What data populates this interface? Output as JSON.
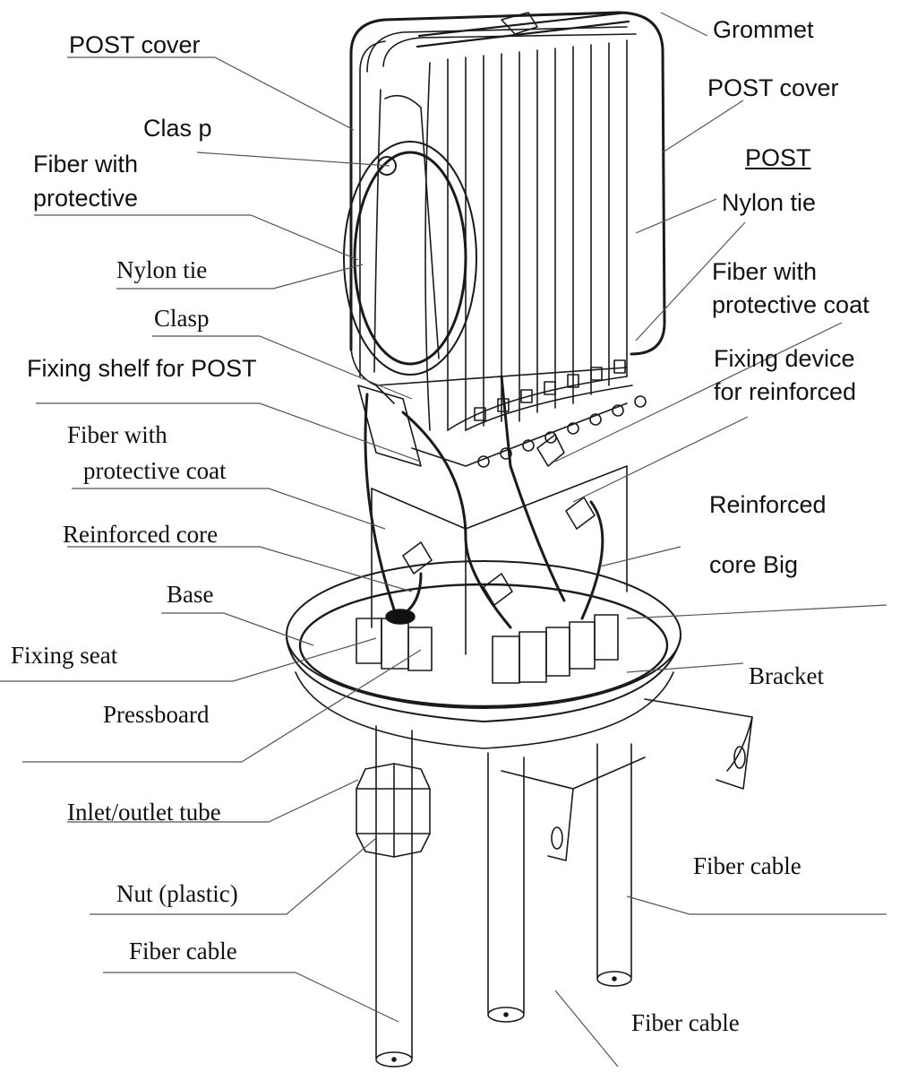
{
  "labels": {
    "post_cover_left": "POST cover",
    "grommet": "Grommet",
    "post_cover_right": "POST cover",
    "clasp_top": "Clas p",
    "fiber_protective_line1": "Fiber with",
    "fiber_protective_line2": "protective",
    "post": "POST",
    "nylon_tie_right": "Nylon tie",
    "nylon_tie_left": "Nylon tie",
    "fiber_coat_right_line1": "Fiber with",
    "fiber_coat_right_line2": "protective coat",
    "clasp_mid": "Clasp",
    "fixing_shelf": "Fixing shelf for POST",
    "fixing_device_line1": "Fixing device",
    "fixing_device_line2": "for reinforced",
    "fiber_coat_left_line1": "Fiber  with",
    "fiber_coat_left_line2": "protective coat",
    "reinforced_big_line1": "Reinforced",
    "reinforced_big_line2": "core Big",
    "reinforced_core": "Reinforced core",
    "base": "Base",
    "fixing_seat": "Fixing seat",
    "bracket": "Bracket",
    "pressboard": "Pressboard",
    "inlet_outlet_tube": "Inlet/outlet tube",
    "nut_plastic": "Nut (plastic)",
    "fiber_cable_right": "Fiber cable",
    "fiber_cable_left": "Fiber  cable",
    "fiber_cable_bottom": "Fiber  cable"
  }
}
